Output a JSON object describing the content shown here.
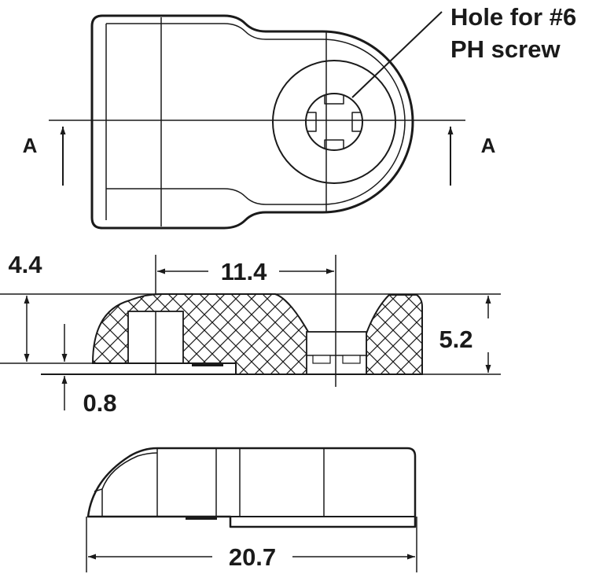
{
  "callout": {
    "line1": "Hole for #6",
    "line2": "PH screw"
  },
  "section_marker": {
    "left": "A",
    "right": "A"
  },
  "dimensions": {
    "width_between_centers": "11.4",
    "height_left": "4.4",
    "height_right": "5.2",
    "base_thickness": "0.8",
    "overall_length": "20.7"
  },
  "colors": {
    "ink": "#1a1a1a",
    "paper": "#ffffff"
  }
}
